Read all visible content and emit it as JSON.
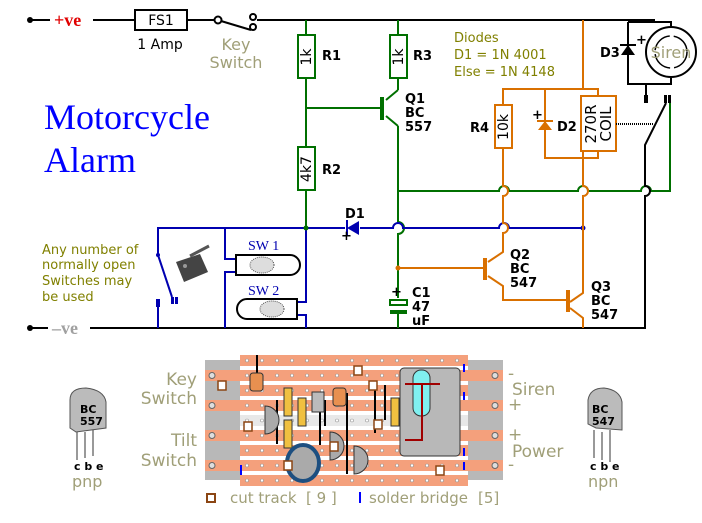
{
  "title": {
    "line1": "Motorcycle",
    "line2": "Alarm"
  },
  "supply": {
    "positive": "+ve",
    "negative": "–ve"
  },
  "fuse": {
    "ref": "FS1",
    "rating": "1 Amp"
  },
  "key_switch": {
    "line1": "Key",
    "line2": "Switch"
  },
  "r1": {
    "ref": "R1",
    "value": "1k"
  },
  "r2": {
    "ref": "R2",
    "value": "4k7"
  },
  "r3": {
    "ref": "R3",
    "value": "1k"
  },
  "r4": {
    "ref": "R4",
    "value": "10k"
  },
  "q1": {
    "ref": "Q1",
    "line2": "BC",
    "line3": "557"
  },
  "q2": {
    "ref": "Q2",
    "line2": "BC",
    "line3": "547"
  },
  "q3": {
    "ref": "Q3",
    "line2": "BC",
    "line3": "547"
  },
  "c1": {
    "ref": "C1",
    "line2": "47",
    "line3": "uF",
    "polarity": "+"
  },
  "d1": {
    "ref": "D1",
    "polarity": "+"
  },
  "d2": {
    "ref": "D2",
    "polarity": "+"
  },
  "d3": {
    "ref": "D3",
    "polarity": "+"
  },
  "coil": {
    "line1": "270R",
    "line2": "COIL"
  },
  "siren": "Siren",
  "diodes_note": {
    "line1": "Diodes",
    "line2": "D1 = 1N 4001",
    "line3": "Else = 1N 4148"
  },
  "switch_note": {
    "line1": "Any number of",
    "line2": "normally open",
    "line3": "Switches may",
    "line4": "be used"
  },
  "sw1": "SW 1",
  "sw2": "SW 2",
  "board": {
    "key_switch": {
      "line1": "Key",
      "line2": "Switch"
    },
    "tilt_switch": {
      "line1": "Tilt",
      "line2": "Switch"
    },
    "siren": {
      "label": "Siren",
      "minus": "-",
      "plus": "+"
    },
    "power": {
      "label": "Power",
      "plus": "+",
      "minus": "-"
    }
  },
  "pnp": {
    "line1": "BC",
    "line2": "557",
    "pins": "c b e",
    "type": "pnp"
  },
  "npn": {
    "line1": "BC",
    "line2": "547",
    "pins": "c b e",
    "type": "npn"
  },
  "legend": {
    "cut_track": "cut track",
    "cut_count": "[ 9 ]",
    "solder_bridge": "solder bridge",
    "bridge_count": "[5]"
  },
  "colors": {
    "positive": "#e00000",
    "title": "#0000ff",
    "green_wire": "#007000",
    "blue_wire": "#0000b0",
    "orange_wire": "#d97000",
    "olive_text": "#808000",
    "label_khaki": "#a09f78",
    "strip": "#f4a07c"
  }
}
